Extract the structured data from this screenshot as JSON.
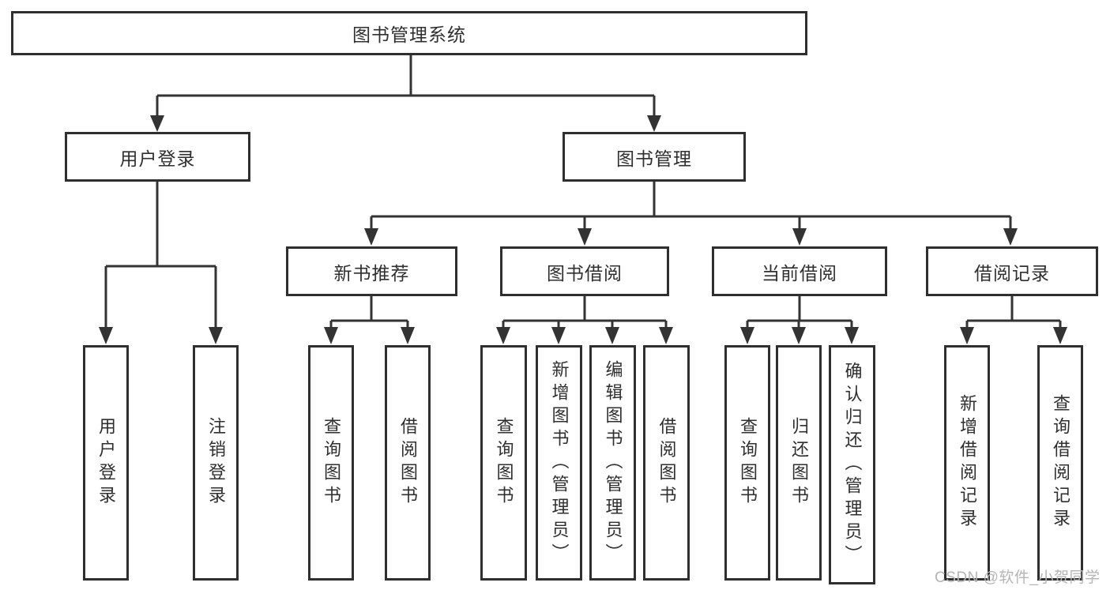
{
  "diagram": {
    "root": {
      "label": "图书管理系统"
    },
    "user_login": {
      "label": "用户登录",
      "children": {
        "login": {
          "label": "用户登录"
        },
        "logout": {
          "label": "注销登录"
        }
      }
    },
    "book_mgmt": {
      "label": "图书管理",
      "children": {
        "new_books": {
          "label": "新书推荐",
          "children": {
            "query_books": {
              "label": "查询图书"
            },
            "borrow_books": {
              "label": "借阅图书"
            }
          }
        },
        "book_borrow": {
          "label": "图书借阅",
          "children": {
            "query_books": {
              "label": "查询图书"
            },
            "add_books": {
              "label": "新增图书（管理员）"
            },
            "edit_books": {
              "label": "编辑图书（管理员）"
            },
            "borrow_books": {
              "label": "借阅图书"
            }
          }
        },
        "current_borrow": {
          "label": "当前借阅",
          "children": {
            "query_books": {
              "label": "查询图书"
            },
            "return_books": {
              "label": "归还图书"
            },
            "confirm_return": {
              "label": "确认归还（管理员）"
            }
          }
        },
        "borrow_records": {
          "label": "借阅记录",
          "children": {
            "add_record": {
              "label": "新增借阅记录"
            },
            "query_record": {
              "label": "查询借阅记录"
            }
          }
        }
      }
    }
  },
  "watermark": {
    "label": "CSDN @软件_小贺同学"
  },
  "colors": {
    "line": "#333333",
    "box_border": "#2f2f2f",
    "box_fill": "#ffffff",
    "text": "#2f2f2f",
    "watermark": "#b5b5b5",
    "background": "#ffffff"
  }
}
